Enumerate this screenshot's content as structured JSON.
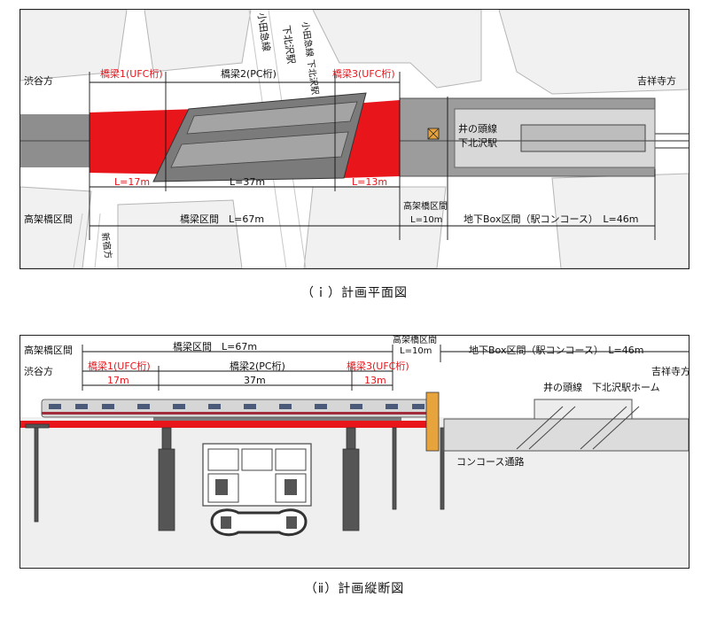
{
  "captions": {
    "plan": "（ｉ）計画平面図",
    "profile": "（ⅱ）計画縦断図"
  },
  "plan": {
    "directions": {
      "left": "渋谷方",
      "right": "吉祥寺方",
      "shinjuku": "新宿方"
    },
    "odakyu_label": "小田急線 下北沢駅",
    "odakyu_line": "小田急線",
    "odakyu_station": "下北沢駅",
    "bridges": {
      "b1": "橋梁1(UFC桁)",
      "b2": "橋梁2(PC桁)",
      "b3": "橋梁3(UFC桁)"
    },
    "lengths": {
      "l1": "L=17m",
      "l2": "L=37m",
      "l3": "L=13m"
    },
    "sections": {
      "viaduct": "高架橋区間",
      "bridge": "橋梁区間　L=67m",
      "viaduct2_title": "高架橋区間",
      "viaduct2_len": "L=10m",
      "box": "地下Box区間（駅コンコース）　L=46m"
    },
    "station_line": "井の頭線",
    "station_name": "下北沢駅"
  },
  "profile": {
    "sections": {
      "viaduct": "高架橋区間",
      "bridge": "橋梁区間　L=67m",
      "viaduct2_title": "高架橋区間",
      "viaduct2_len": "L=10m",
      "box": "地下Box区間（駅コンコース）　L=46m"
    },
    "directions": {
      "left": "渋谷方",
      "right": "吉祥寺方"
    },
    "bridges": {
      "b1": "橋梁1(UFC桁)",
      "b2": "橋梁2(PC桁)",
      "b3": "橋梁3(UFC桁)"
    },
    "lengths": {
      "l1": "17m",
      "l2": "37m",
      "l3": "13m"
    },
    "platform": "井の頭線　下北沢駅ホーム",
    "concourse": "コンコース通路"
  }
}
